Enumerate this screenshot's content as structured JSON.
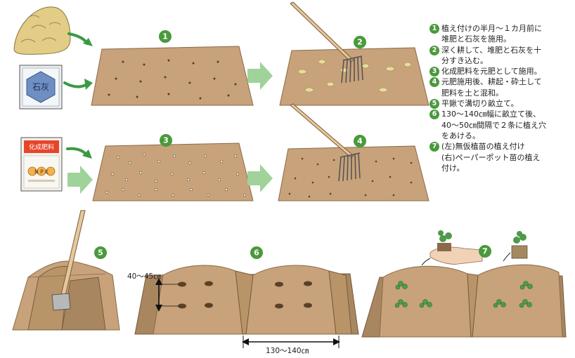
{
  "steps": [
    {
      "num": "1",
      "text": "植え付けの半月〜１カ月前に\n堆肥と石灰を施用。"
    },
    {
      "num": "2",
      "text": "深く耕して、堆肥と石灰を十\n分すき込む。"
    },
    {
      "num": "3",
      "text": "化成肥料を元肥として施用。"
    },
    {
      "num": "4",
      "text": "元肥施用後、耕起・砕土して\n肥料を土と混和。"
    },
    {
      "num": "5",
      "text": "平鍬で溝切り畝立て。"
    },
    {
      "num": "6",
      "text": "130〜140㎝幅に畝立て後、\n40〜50㎝間隔で２条に植え穴\nをあける。"
    },
    {
      "num": "7",
      "text": "(左)無仮植苗の植え付け\n(右)ペーパーポット苗の植え\n付け。"
    }
  ],
  "figure_badges": [
    "1",
    "2",
    "3",
    "4",
    "5",
    "6",
    "7"
  ],
  "labels": {
    "lime_bag": "石灰",
    "fertilizer_bag": "化成肥料",
    "fertilizer_bag_npk": "N P K",
    "spacing": "40〜45㎝",
    "bed_width": "130〜140㎝"
  },
  "colors": {
    "soil": "#c8a27a",
    "badge_green": "#4a9a3c",
    "arrow_light_green": "#9fd39a",
    "arrow_dark_green": "#3a9a44"
  }
}
